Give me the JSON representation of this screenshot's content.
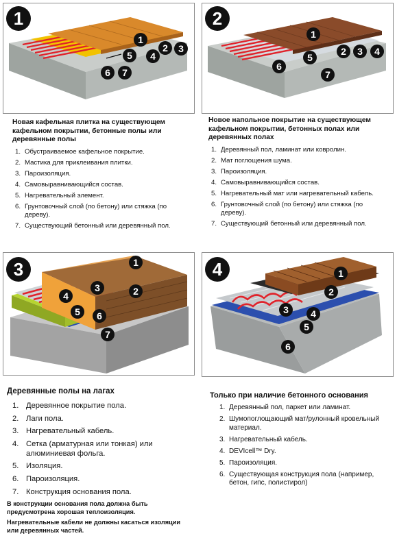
{
  "panels": [
    {
      "number": "1",
      "title": "Новая кафельная плитка на существующем кафельном покрытии, бетонные полы или деревянные полы",
      "labels": [
        "1",
        "2",
        "3",
        "4",
        "5",
        "6",
        "7"
      ],
      "items": [
        "Обустраиваемое кафельное покрытие.",
        "Мастика для приклеивания плитки.",
        "Пароизоляция.",
        "Самовыравнивающийся состав.",
        "Нагревательный элемент.",
        "Грунтовочный слой (по бетону) или стяжка (по дереву).",
        "Существующий бетонный или деревянный пол."
      ]
    },
    {
      "number": "2",
      "title": "Новое напольное покрытие на существующем кафельном покрытии, бетонных полах или деревянных полах",
      "labels": [
        "1",
        "2",
        "3",
        "4",
        "5",
        "6",
        "7"
      ],
      "items": [
        "Деревянный пол, ламинат или ковролин.",
        "Мат поглощения шума.",
        "Пароизоляция.",
        "Самовыравнивающийся состав.",
        "Нагревательный мат или нагревательный кабель.",
        "Грунтовочный слой (по бетону) или стяжка (по дереву).",
        "Существующий бетонный или деревянный пол."
      ]
    },
    {
      "number": "3",
      "title": "Деревянные полы на лагах",
      "labels": [
        "1",
        "2",
        "3",
        "4",
        "5",
        "6",
        "7"
      ],
      "items": [
        "Деревянное покрытие пола.",
        "Лаги пола.",
        "Нагревательный кабель.",
        "Сетка (арматурная или тонкая) или алюминиевая фольга.",
        "Изоляция.",
        "Пароизоляция.",
        "Конструкция основания пола."
      ],
      "notes": [
        "В конструкции основания пола должна быть предусмотрена хорошая теплоизоляция.",
        "Нагревательные кабели не должны касаться изоляции или деревянных частей."
      ]
    },
    {
      "number": "4",
      "title": "Только при наличие бетонного основания",
      "labels": [
        "1",
        "2",
        "3",
        "4",
        "5",
        "6"
      ],
      "items": [
        "Деревянный пол, паркет или ламинат.",
        "Шумопоглощающий мат/рулонный кровельный материал.",
        "Нагревательный кабель.",
        "DEVIcell™ Dry.",
        "Пароизоляция.",
        "Существующая конструкция пола (например, бетон, гипс, полистирол)"
      ]
    }
  ],
  "colors": {
    "concrete": "#a9aeab",
    "tile_top": "#d9892b",
    "yellow_mastic": "#f2c200",
    "cable_red": "#e0232b",
    "wood": "#8a4b2a",
    "blue_barrier": "#2c4fae",
    "insulation": "#b7d531",
    "foil": "#cfd3d6"
  },
  "icons": [
    "number-badge-icon"
  ]
}
